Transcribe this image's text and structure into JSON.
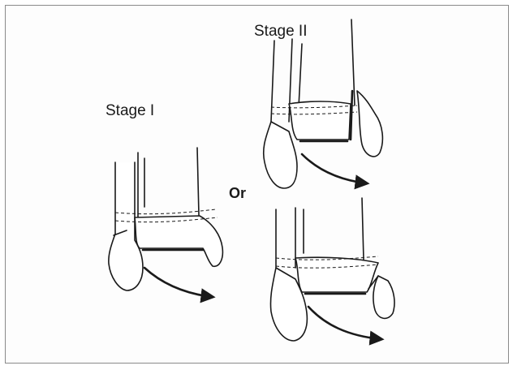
{
  "labels": {
    "stage1": "Stage I",
    "stage2": "Stage II",
    "or": "Or"
  },
  "colors": {
    "ink": "#1a1a1a",
    "frame": "#8a8a8a",
    "background": "#fdfdfd"
  }
}
